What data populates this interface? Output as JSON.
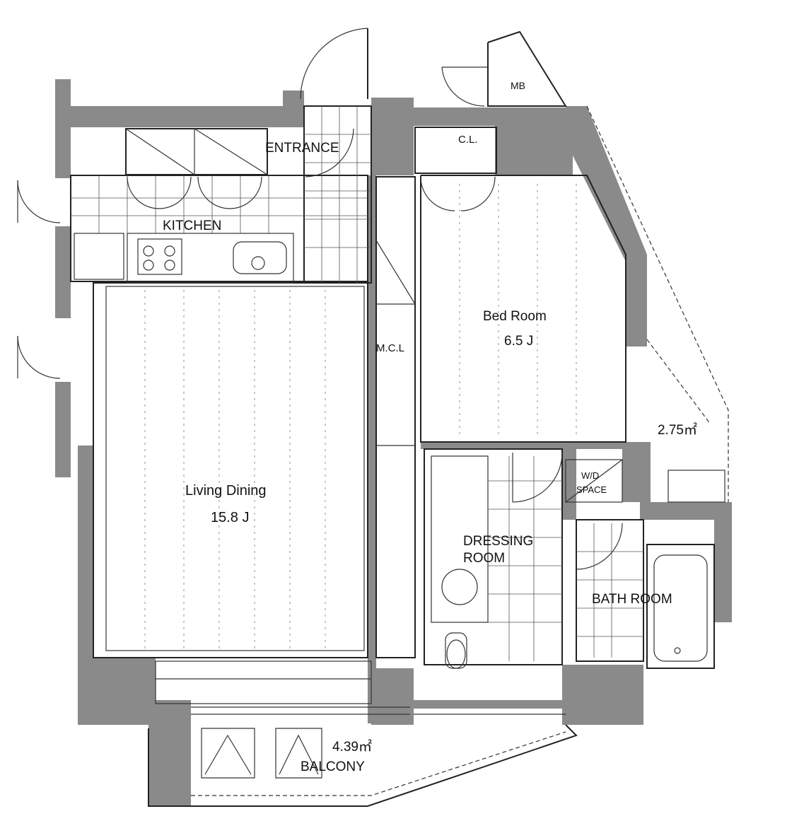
{
  "rooms": {
    "entrance": "ENTRANCE",
    "kitchen": "KITCHEN",
    "living_dining": "Living Dining",
    "living_dining_size": "15.8 J",
    "mcl": "M.C.L",
    "bed_room": "Bed Room",
    "bed_room_size": "6.5 J",
    "cl": "C.L.",
    "mb": "MB",
    "wd_space_line1": "W/D",
    "wd_space_line2": "SPACE",
    "dressing_line1": "DRESSING",
    "dressing_line2": "ROOM",
    "bath_room": "BATH ROOM",
    "outdoor_area": "2.75㎡",
    "balcony": "BALCONY",
    "balcony_area": "4.39㎡"
  },
  "colors": {
    "wall": "#8a8a8a",
    "line": "#222222"
  }
}
